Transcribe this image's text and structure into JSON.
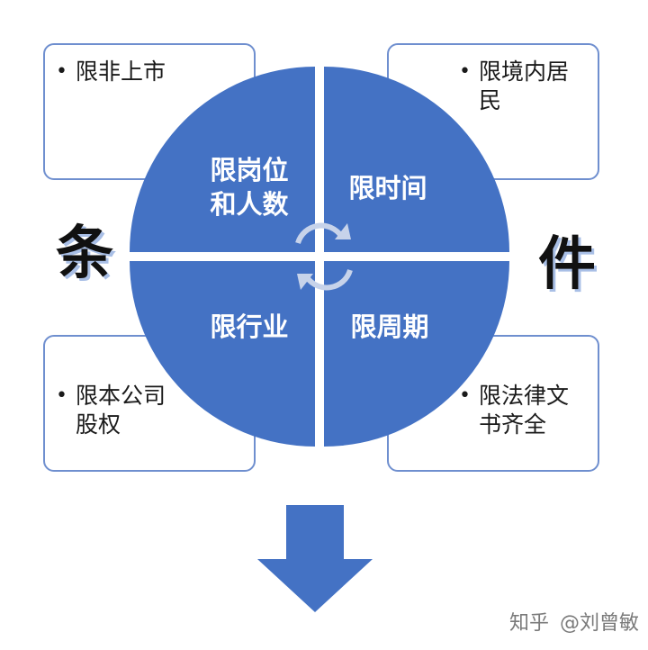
{
  "boxes": {
    "top_left": {
      "line1": "限非上市",
      "line2": ""
    },
    "top_right": {
      "line1": "限境内居",
      "line2": "民"
    },
    "bottom_left": {
      "line1": "限本公司",
      "line2": "股权"
    },
    "bottom_right": {
      "line1": "限法律文",
      "line2": "书齐全"
    }
  },
  "quadrants": {
    "top_left": {
      "line1": "限岗位",
      "line2": "和人数"
    },
    "top_right": {
      "line1": "限时间"
    },
    "bottom_left": {
      "line1": "限行业"
    },
    "bottom_right": {
      "line1": "限周期"
    }
  },
  "side_labels": {
    "left": "条",
    "right": "件"
  },
  "watermark": {
    "platform": "知乎",
    "author": "@刘曾敏"
  },
  "colors": {
    "circle_blue": "#4472c4",
    "box_border": "#6f8fcf",
    "arrow_blue": "#4472c4"
  }
}
